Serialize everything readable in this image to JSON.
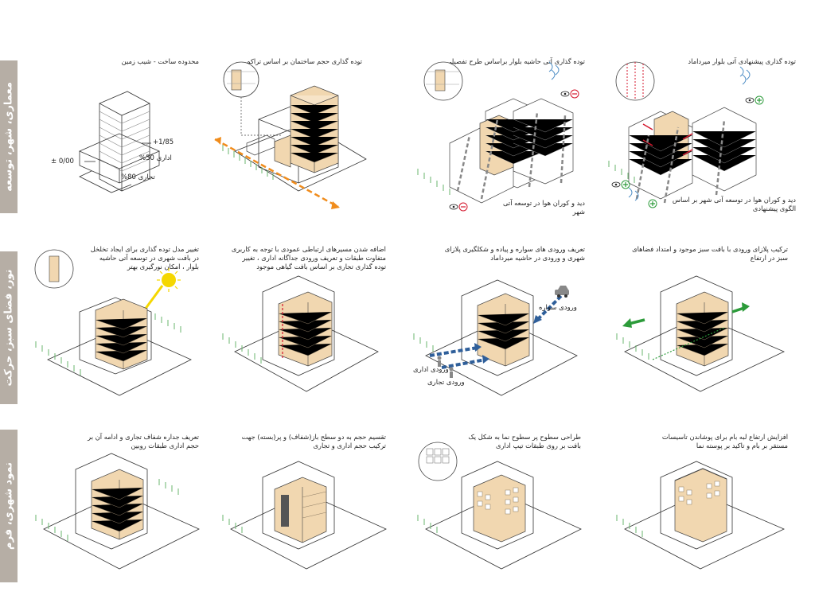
{
  "colors": {
    "tab": "#b6aea5",
    "building": "#f1d7b0",
    "orange": "#f08c1c",
    "red": "#d4172d",
    "blue": "#2f5f9a",
    "green": "#2c9b3a",
    "yellow": "#f5d700",
    "tree": "#6ab56e"
  },
  "tabs": [
    "معماری، شهر، توسعه",
    "نور، فضای سبز، حرکت",
    "نمود شهری، فرم"
  ],
  "panels": {
    "p11": {
      "caption": "محدوده ساخت - شیب زمین",
      "level_top": "+1/85",
      "label_office": "اداری 50%",
      "level_zero": "± 0/00",
      "label_commercial": "تجاری 80%"
    },
    "p12": {
      "caption": "توده گذاری حجم ساختمان بر اساس تراکم"
    },
    "p13": {
      "caption": "توده گذاری آتی حاشیه بلوار براساس طرح تفصیلی",
      "note": "دید و کوران هوا در توسعه آتی شهر"
    },
    "p14": {
      "caption": "توده گذاری پیشنهادی آتی بلوار میرداماد",
      "note": "دید و کوران هوا در توسعه آتی شهر بر اساس الگوی پیشنهادی"
    },
    "p21": {
      "caption": "تغییر مدل توده گذاری برای ایجاد تخلخل در بافت شهری در توسعه آتی حاشیه بلوار ، امکان نورگیری بهتر"
    },
    "p22": {
      "caption": "اضافه شدن مسیرهای ارتباطی عمودی با توجه به کاربری متفاوت طبقات و تعریف ورودی جداگانه اداری ، تغییر توده گذاری تجاری بر اساس بافت گیاهی موجود"
    },
    "p23": {
      "caption": "تعریف ورودی های سواره و پیاده و شکلگیری پلازای شهری و ورودی در حاشیه میرداماد",
      "label_car": "ورودی سواره",
      "label_office": "ورودی اداری",
      "label_commercial": "ورودی تجاری"
    },
    "p24": {
      "caption": "ترکیب پلازای ورودی با بافت سبز موجود و امتداد فضاهای سبز در ارتفاع"
    },
    "p31": {
      "caption": "تعریف جداره شفاف تجاری و ادامه آن بر حجم اداری طبقات روبین"
    },
    "p32": {
      "caption": "تقسیم حجم به دو سطح باز(شفاف) و پر(بسته) جهت ترکیب حجم اداری و تجاری"
    },
    "p33": {
      "caption": "طراحی سطوح پر سطوح نما به شکل یک بافت بر روی طبقات تیپ اداری"
    },
    "p34": {
      "caption": "افزایش ارتفاع لبه بام برای پوشاندن تاسیسات مستقر بر بام و تاکید بر پوسته نما"
    }
  }
}
